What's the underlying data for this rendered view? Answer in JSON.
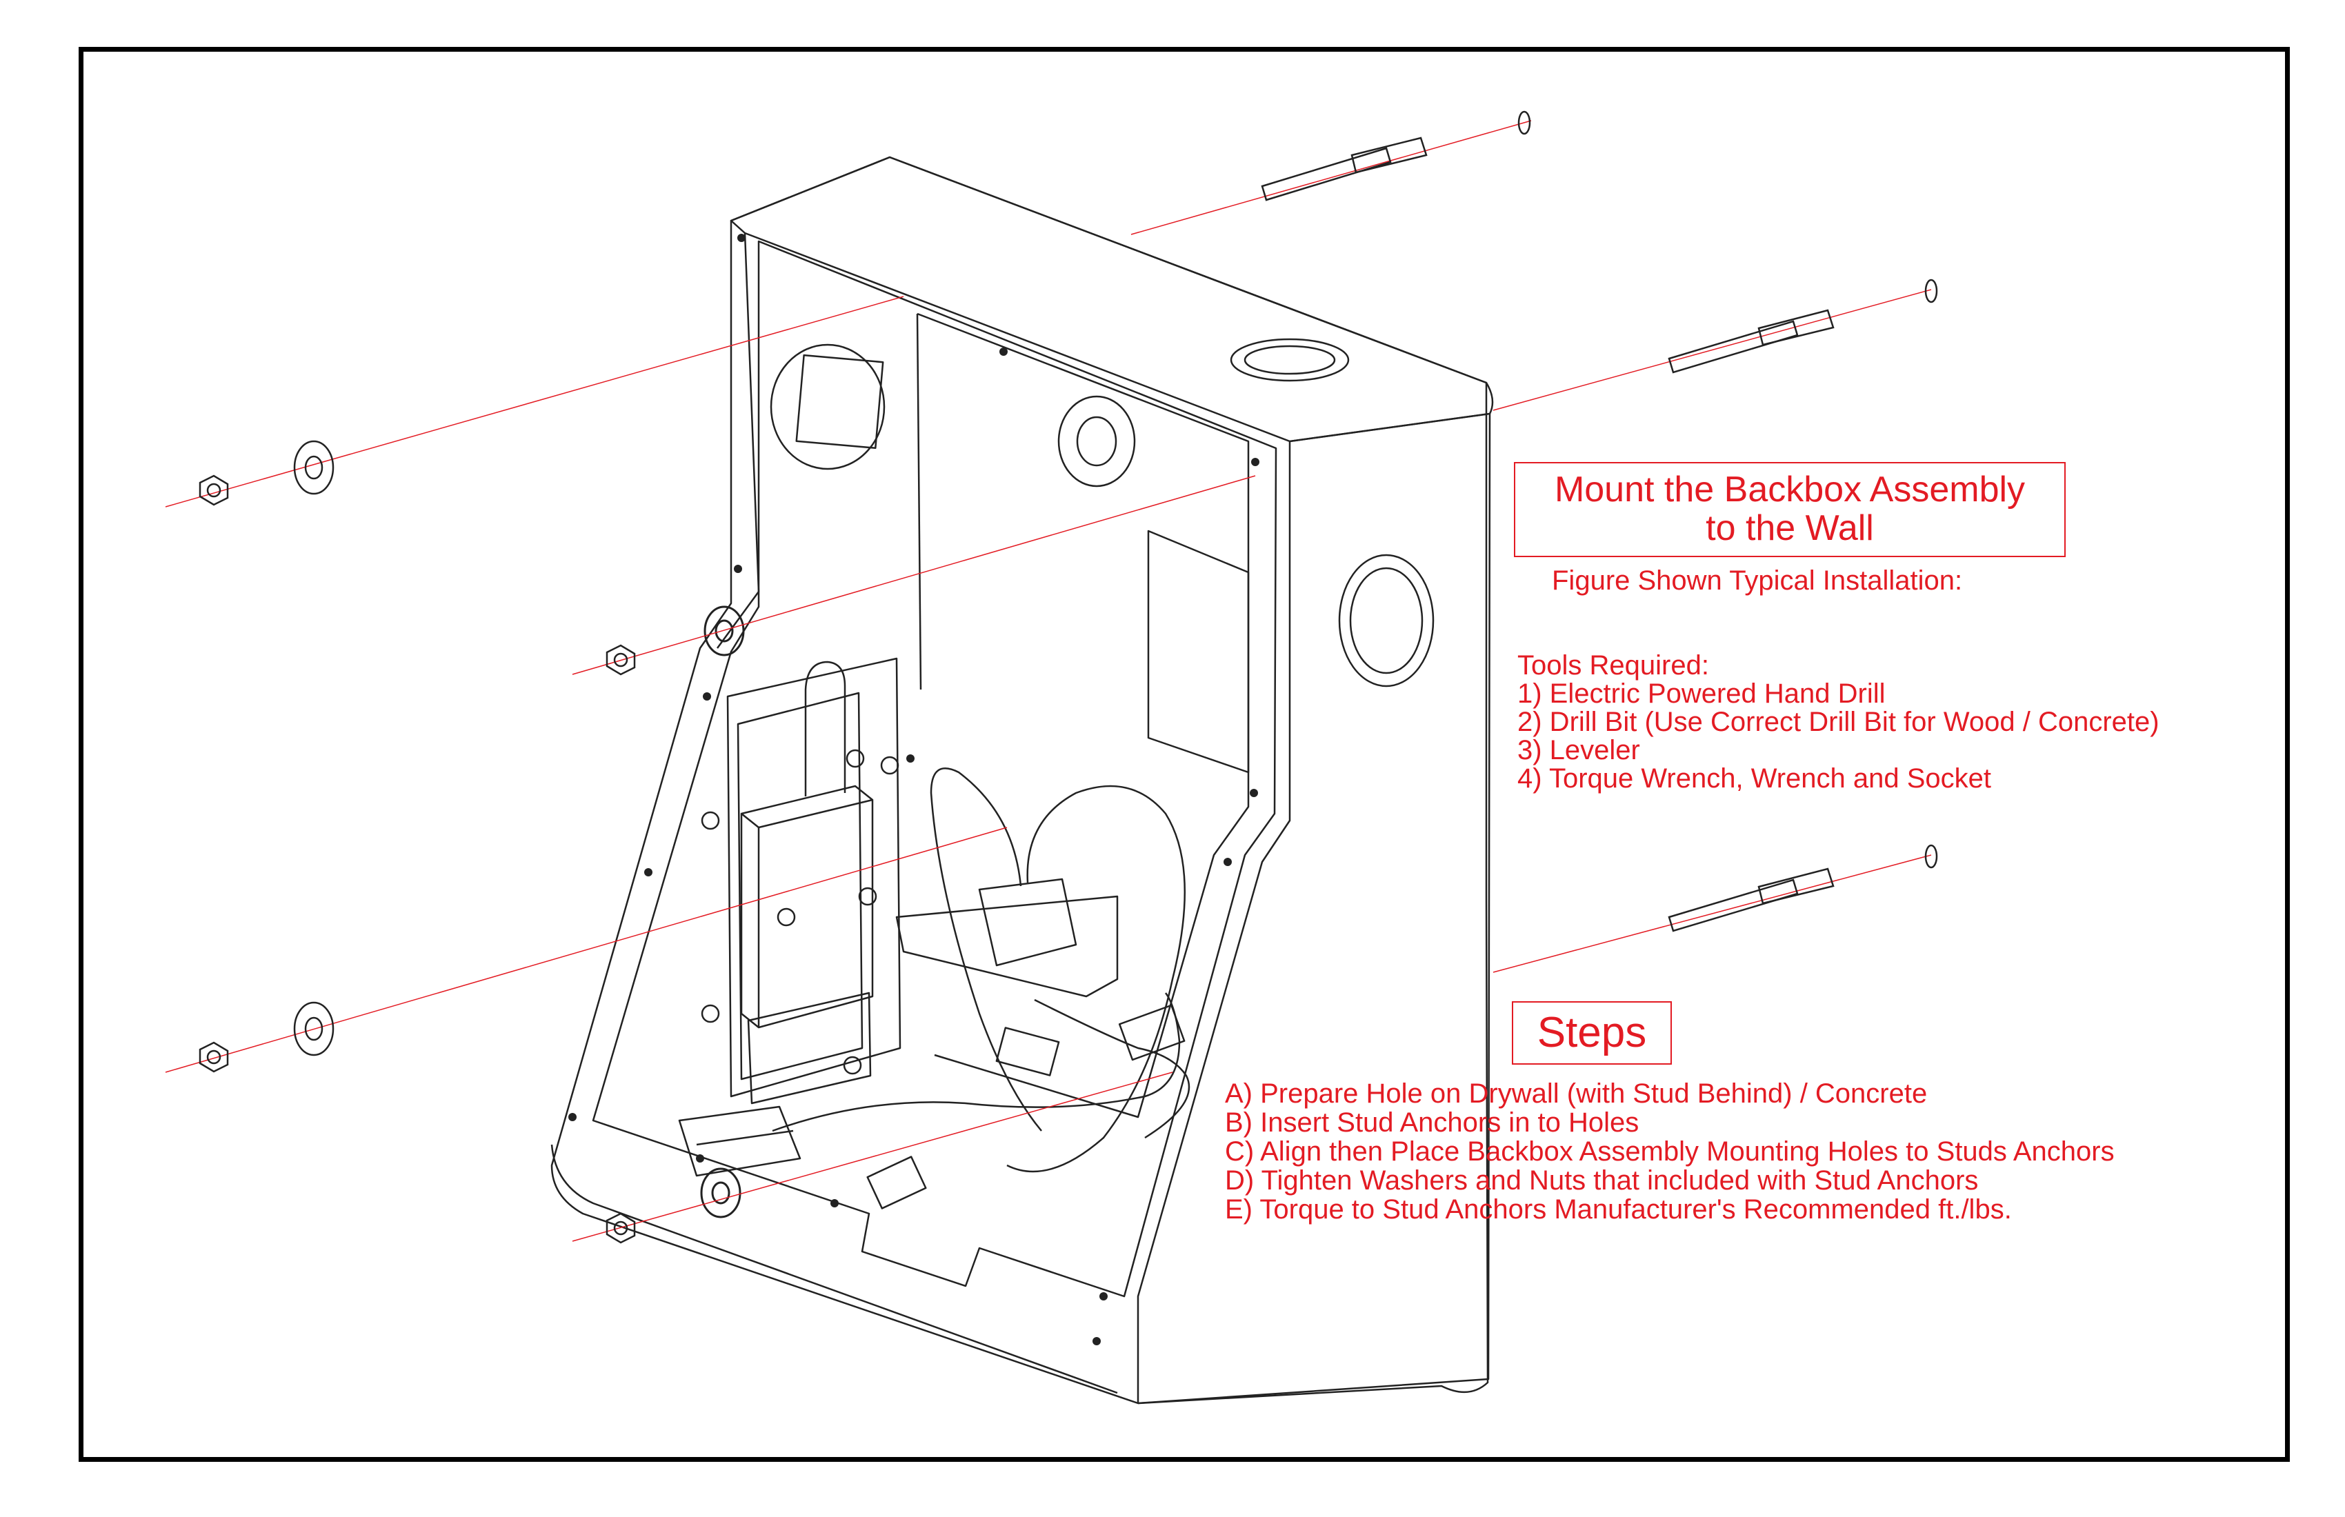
{
  "title": {
    "line1": "Mount the Backbox Assembly",
    "line2": "to the Wall"
  },
  "subtitle": "Figure Shown Typical Installation:",
  "tools": {
    "heading": "Tools Required:",
    "items": [
      "1) Electric Powered Hand Drill",
      "2) Drill Bit (Use Correct Drill Bit for Wood / Concrete)",
      "3) Leveler",
      "4) Torque Wrench, Wrench and Socket"
    ]
  },
  "steps": {
    "heading": "Steps",
    "items": [
      "A) Prepare Hole on Drywall (with Stud Behind) / Concrete",
      "B) Insert Stud Anchors in to Holes",
      "C) Align then Place Backbox Assembly Mounting Holes to Studs Anchors",
      "D) Tighten Washers and Nuts that included with Stud Anchors",
      "E) Torque to Stud Anchors Manufacturer's Recommended ft./lbs."
    ]
  },
  "colors": {
    "text_accent": "#e31b23",
    "line_art": "#222222",
    "alignment_line": "#e31b23",
    "frame": "#000000"
  }
}
